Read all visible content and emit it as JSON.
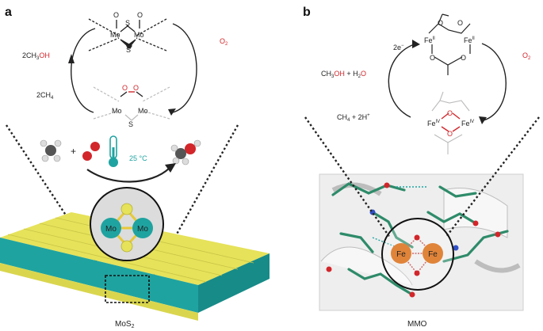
{
  "panels": {
    "a": {
      "letter": "a",
      "caption_main": "MoS",
      "caption_sub": "2",
      "product_prefix": "2CH",
      "product_sub": "3",
      "product_oh": "OH",
      "reactant_main": "2CH",
      "reactant_sub": "4",
      "oxidant_main": "O",
      "oxidant_sub": "2",
      "temperature": "25 °C",
      "atom_label": "Mo",
      "cluster_atoms": [
        "Mo",
        "Mo"
      ]
    },
    "b": {
      "letter": "b",
      "caption": "MMO",
      "electrons": "2e",
      "electrons_sup": "−",
      "product_ch3": "CH",
      "product_ch3_sub": "3",
      "product_oh": "OH",
      "product_plus": " + H",
      "product_h2_sub": "2",
      "product_o": "O",
      "reactant_ch": "CH",
      "reactant_ch_sub": "4",
      "reactant_plus": " + 2H",
      "reactant_sup": "+",
      "oxidant_main": "O",
      "oxidant_sub": "2",
      "fe_label": "Fe",
      "fe_ii_sup": "II",
      "fe_iv_sup": "IV",
      "site_atoms": [
        "Fe",
        "Fe"
      ]
    }
  },
  "colors": {
    "red": "#d2262b",
    "teal": "#1fa3a0",
    "yellow": "#e6e25a",
    "green": "#2e8b6a",
    "orange": "#e0843a"
  }
}
